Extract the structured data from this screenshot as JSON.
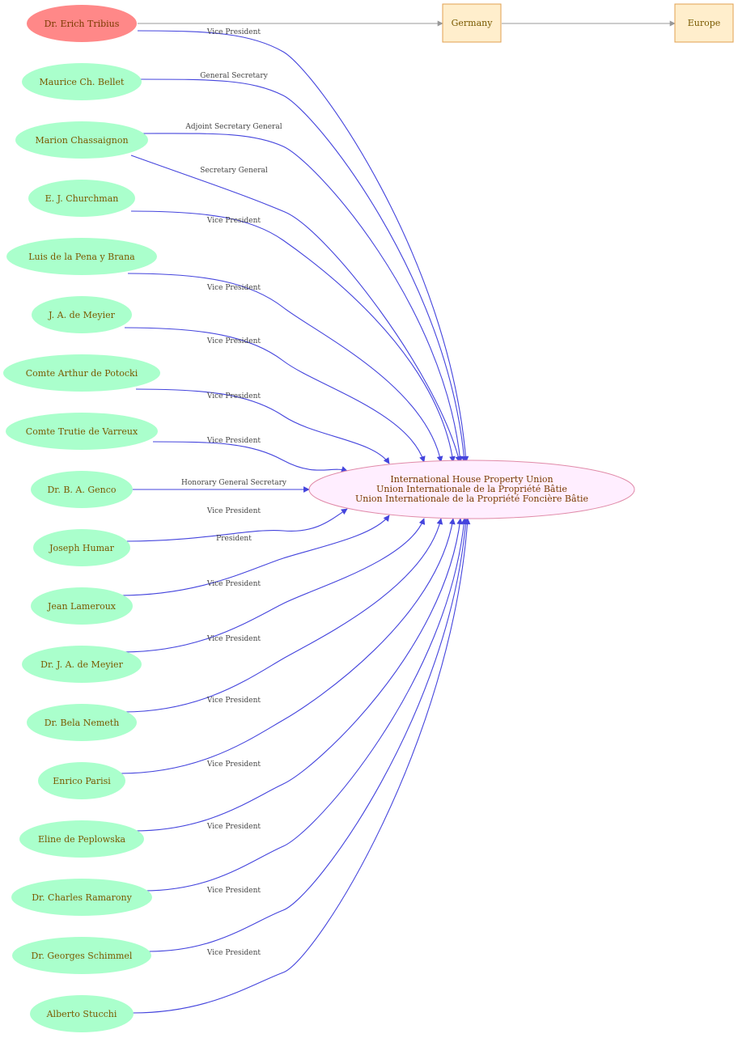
{
  "colors": {
    "person_fill": "#aaffcc",
    "highlight_fill": "#ff8888",
    "place_fill": "#ffeecc",
    "place_stroke": "#e0a050",
    "center_fill": "#ffeeff",
    "center_stroke": "#e08aa8",
    "edge_blue": "#4444dd",
    "edge_grey": "#999999"
  },
  "places": [
    {
      "id": "germany",
      "label": "Germany"
    },
    {
      "id": "europe",
      "label": "Europe"
    }
  ],
  "organization": {
    "lines": [
      "International House Property Union",
      "Union Internationale de la Propriété Bâtie",
      "Union Internationale de la Propriété Foncière Bâtie"
    ]
  },
  "people": [
    {
      "name": "Dr. Erich Tribius",
      "role": "Vice President",
      "highlight": true
    },
    {
      "name": "Maurice Ch. Bellet",
      "role": "General Secretary"
    },
    {
      "name": "Marion Chassaignon",
      "role": "Adjoint Secretary General",
      "role2": "Secretary General"
    },
    {
      "name": "E. J. Churchman",
      "role": "Vice President"
    },
    {
      "name": "Luis  de la Pena y Brana",
      "role": "Vice President"
    },
    {
      "name": "J. A.  de Meyier",
      "role": "Vice President"
    },
    {
      "name": "Comte Arthur de Potocki",
      "role": "Vice President"
    },
    {
      "name": "Comte Trutie de Varreux",
      "role": "Vice President"
    },
    {
      "name": "Dr. B. A. Genco",
      "role": "Honorary General Secretary"
    },
    {
      "name": "Joseph Humar",
      "role": "Vice President"
    },
    {
      "name": "Jean Lameroux",
      "role": "President"
    },
    {
      "name": "Dr. J. A. de Meyier",
      "role": "Vice President"
    },
    {
      "name": "Dr. Bela Nemeth",
      "role": "Vice President"
    },
    {
      "name": "Enrico Parisi",
      "role": "Vice President"
    },
    {
      "name": "Eline de Peplowska",
      "role": "Vice President"
    },
    {
      "name": "Dr. Charles Ramarony",
      "role": "Vice President"
    },
    {
      "name": "Dr. Georges Schimmel",
      "role": "Vice President"
    },
    {
      "name": "Alberto Stucchi",
      "role": "Vice President"
    }
  ]
}
